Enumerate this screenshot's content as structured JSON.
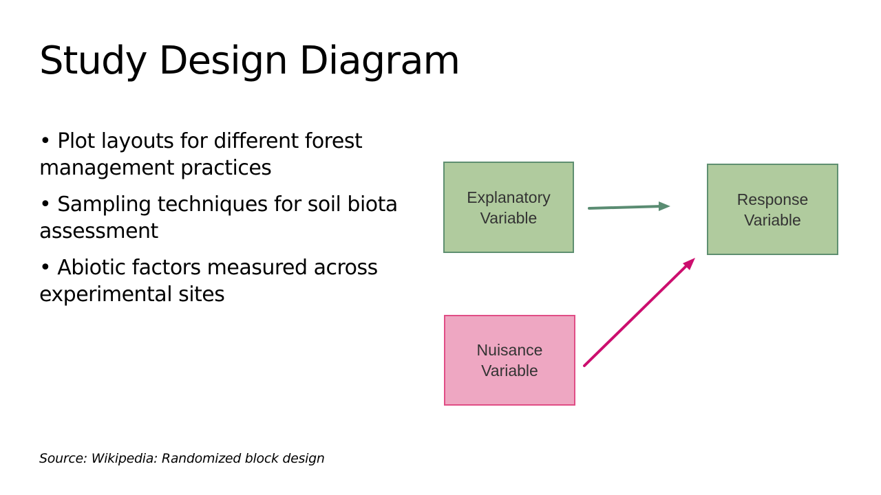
{
  "title": "Study Design Diagram",
  "bullets": [
    "• Plot layouts for different forest management practices",
    "• Sampling techniques for soil biota assessment",
    "• Abiotic factors measured across experimental sites"
  ],
  "source": "Source: Wikipedia: Randomized block design",
  "diagram": {
    "explanatory": {
      "line1": "Explanatory",
      "line2": "Variable"
    },
    "response": {
      "line1": "Response",
      "line2": "Variable"
    },
    "nuisance": {
      "line1": "Nuisance",
      "line2": "Variable"
    },
    "colors": {
      "green_fill": "#b0cb9e",
      "green_arrow": "#5a8c72",
      "pink_fill": "#eea7c2",
      "pink_arrow": "#cc0e6e"
    }
  }
}
